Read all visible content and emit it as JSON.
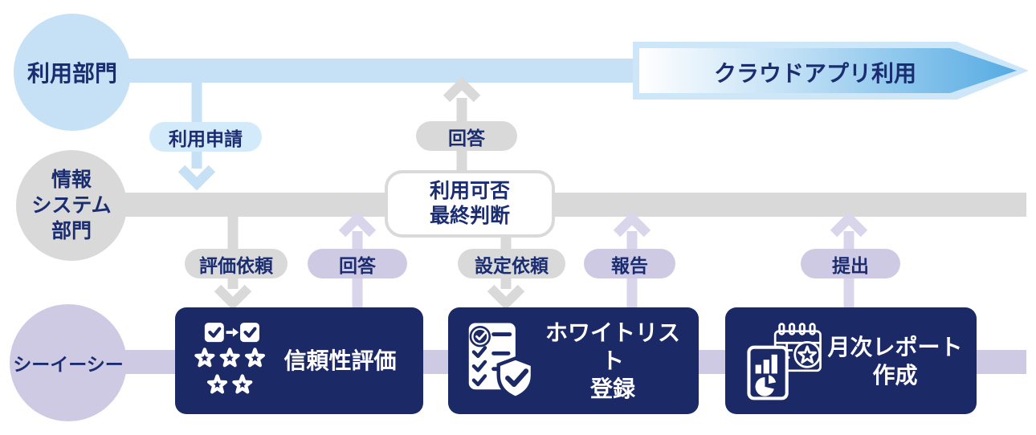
{
  "diagram": {
    "lanes": [
      {
        "id": "usage-dept",
        "name": "利用部門"
      },
      {
        "id": "it-dept",
        "name": "情報\nシステム\n部門"
      },
      {
        "id": "cec",
        "name": "シーイーシー"
      }
    ],
    "cloud_arrow_label": "クラウドアプリ利用",
    "flow_labels": {
      "application": "利用申請",
      "answer_to_user": "回答",
      "final_decision": "利用可否\n最終判断",
      "evaluation_request": "評価依頼",
      "answer_to_it": "回答",
      "setting_request": "設定依頼",
      "report": "報告",
      "submission": "提出"
    },
    "tasks": [
      {
        "id": "trust-evaluation",
        "label": "信頼性評価",
        "icon": "star-rating-icon"
      },
      {
        "id": "whitelist-registration",
        "label": "ホワイトリスト\n登録",
        "icon": "checklist-shield-icon"
      },
      {
        "id": "monthly-report",
        "label": "月次レポート\n作成",
        "icon": "report-calendar-icon"
      }
    ],
    "colors": {
      "lane_usage": "#c6e1f6",
      "lane_it": "#d9d9d9",
      "lane_cec": "#cfcae4",
      "pill_light_blue": "#d3eafb",
      "arrow_purple_light": "#d9d5eb",
      "task_box_navy": "#1b2a67",
      "text_navy": "#1b2d71",
      "cloud_arrow_gradient_end": "#55abe3",
      "cloud_arrow_halo": "#cee7f8"
    }
  }
}
